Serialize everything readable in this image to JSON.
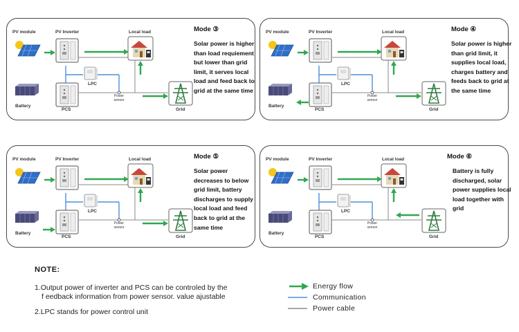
{
  "labels": {
    "pv_module": "PV module",
    "pv_inverter": "PV Inverter",
    "local_load": "Local load",
    "lpc": "LPC",
    "power_sensor": "Power\nsensor",
    "battery": "Battery",
    "pcs": "PCS",
    "grid": "Grid"
  },
  "modes": [
    {
      "title": "Mode ③",
      "description": "Solar power is higher than load requiement but lower than grid limit, it serves local load and feed back to grid at the same time"
    },
    {
      "title": "Mode ④",
      "description": "Solar power is higher than grid limit, it supplies local load, charges battery and feeds back to grid at the same time"
    },
    {
      "title": "Mode ⑤",
      "description": "Solar power decreases to below grid limit, battery discharges to supply local load and feed back to grid at the same time"
    },
    {
      "title": "Mode ⑥",
      "description": "Battery is fully discharged, solar power supplies local load together with grid"
    }
  ],
  "note": {
    "title": "NOTE:",
    "line1a": "1.Output power of inverter and PCS can be controled by the",
    "line1b": "f eedback information from power sensor. value ajustable",
    "line2": "2.LPC stands for power control unit"
  },
  "legend": {
    "energy_flow": "Energy flow",
    "communication": "Communication",
    "power_cable": "Power cable"
  },
  "colors": {
    "energy_flow": "#2fa84f",
    "communication": "#4a90d9",
    "power_cable": "#8a8a8a"
  }
}
